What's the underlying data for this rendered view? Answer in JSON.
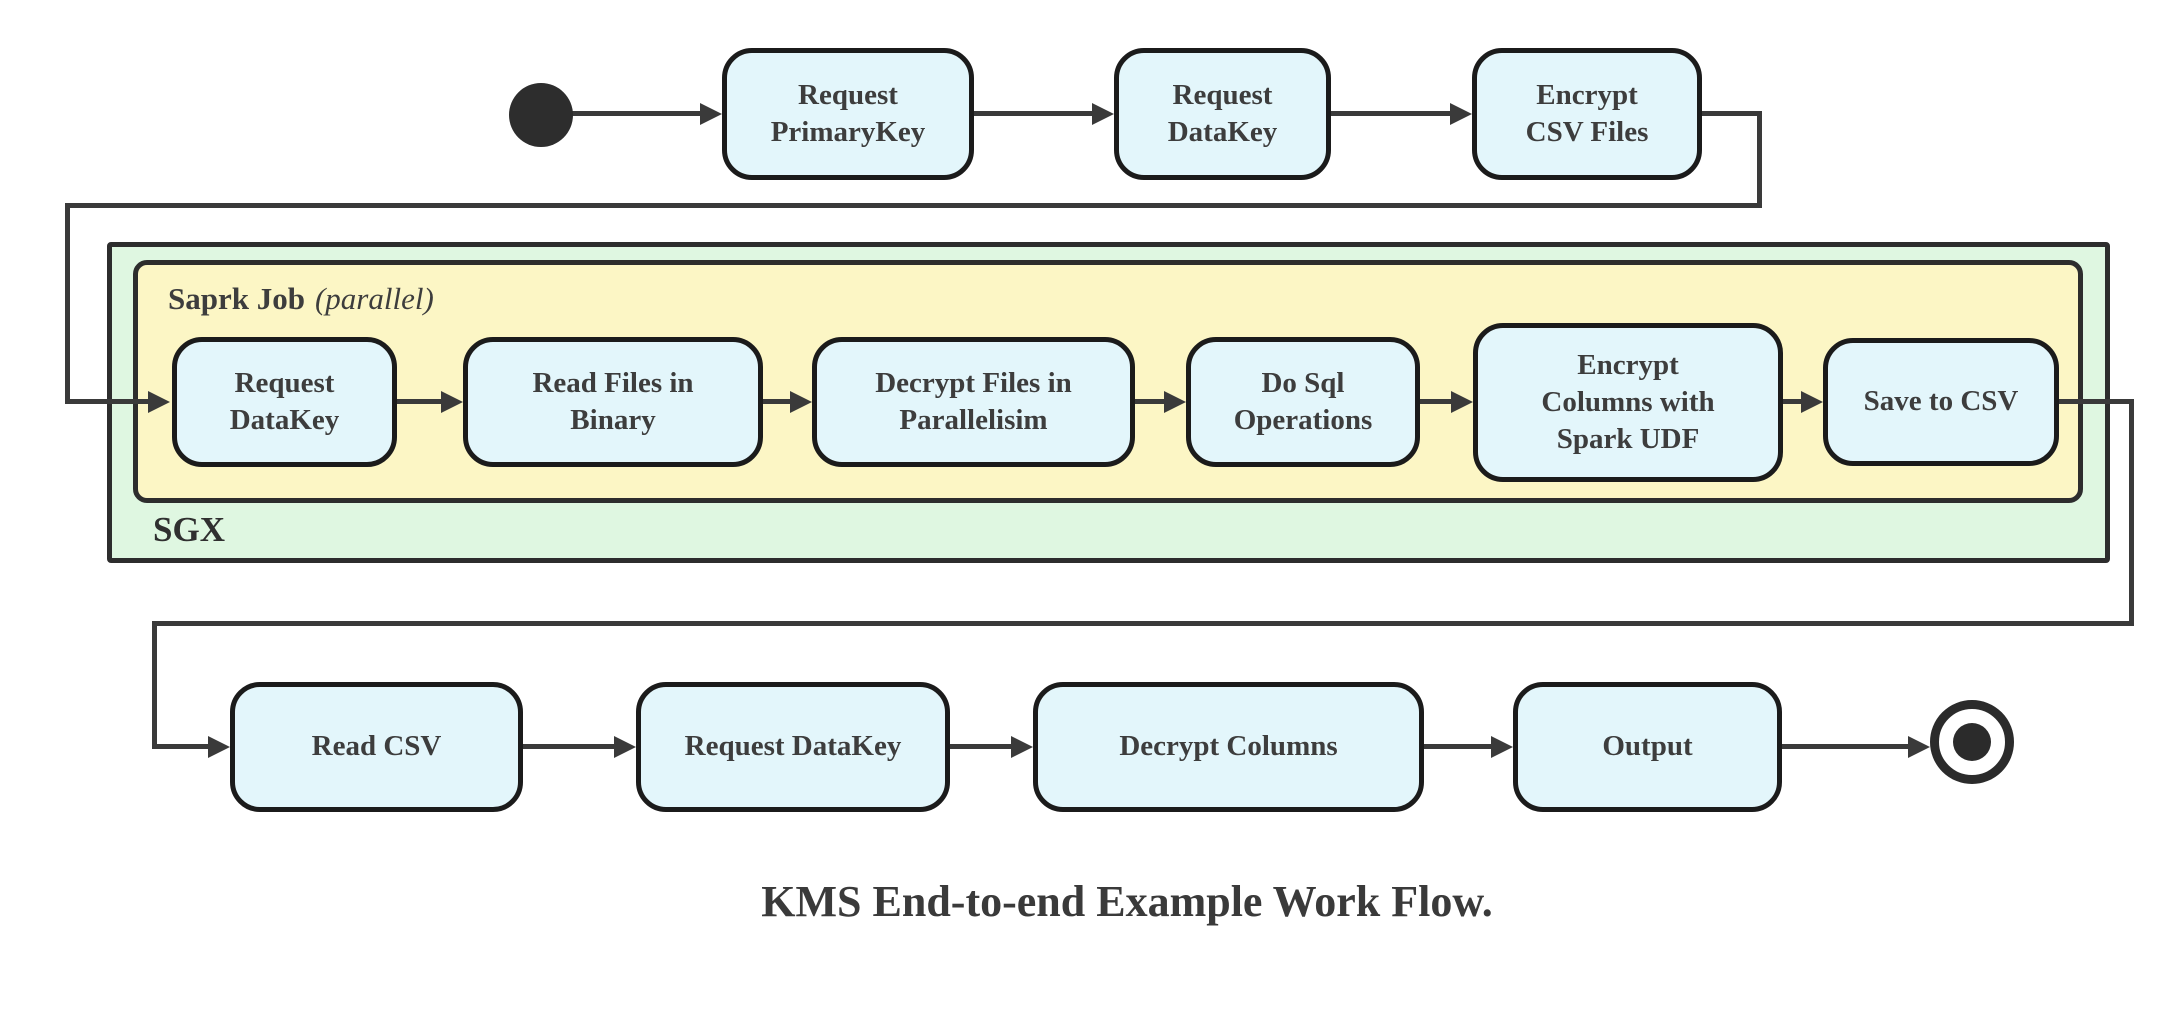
{
  "caption": "KMS End-to-end Example Work Flow.",
  "colors": {
    "node_fill": "#e3f6fb",
    "node_border": "#1b1b1b",
    "spark_fill": "#fcf6c5",
    "sgx_fill": "#dff7e1",
    "container_border": "#2d2d2d",
    "line_color": "#3a3a3a",
    "text_color": "#3d3d3d"
  },
  "start_row": {
    "nodes": [
      {
        "label": "Request\nPrimaryKey"
      },
      {
        "label": "Request\nDataKey"
      },
      {
        "label": "Encrypt\nCSV Files"
      }
    ]
  },
  "sgx": {
    "label": "SGX",
    "spark_job": {
      "title_bold": "Saprk Job",
      "title_italic": "(parallel)",
      "nodes": [
        {
          "label": "Request\nDataKey"
        },
        {
          "label": "Read Files in\nBinary"
        },
        {
          "label": "Decrypt Files in\nParallelisim"
        },
        {
          "label": "Do Sql\nOperations"
        },
        {
          "label": "Encrypt\nColumns with\nSpark UDF"
        },
        {
          "label": "Save to CSV"
        }
      ]
    }
  },
  "final_row": {
    "nodes": [
      {
        "label": "Read CSV"
      },
      {
        "label": "Request DataKey"
      },
      {
        "label": "Decrypt Columns"
      },
      {
        "label": "Output"
      }
    ]
  }
}
